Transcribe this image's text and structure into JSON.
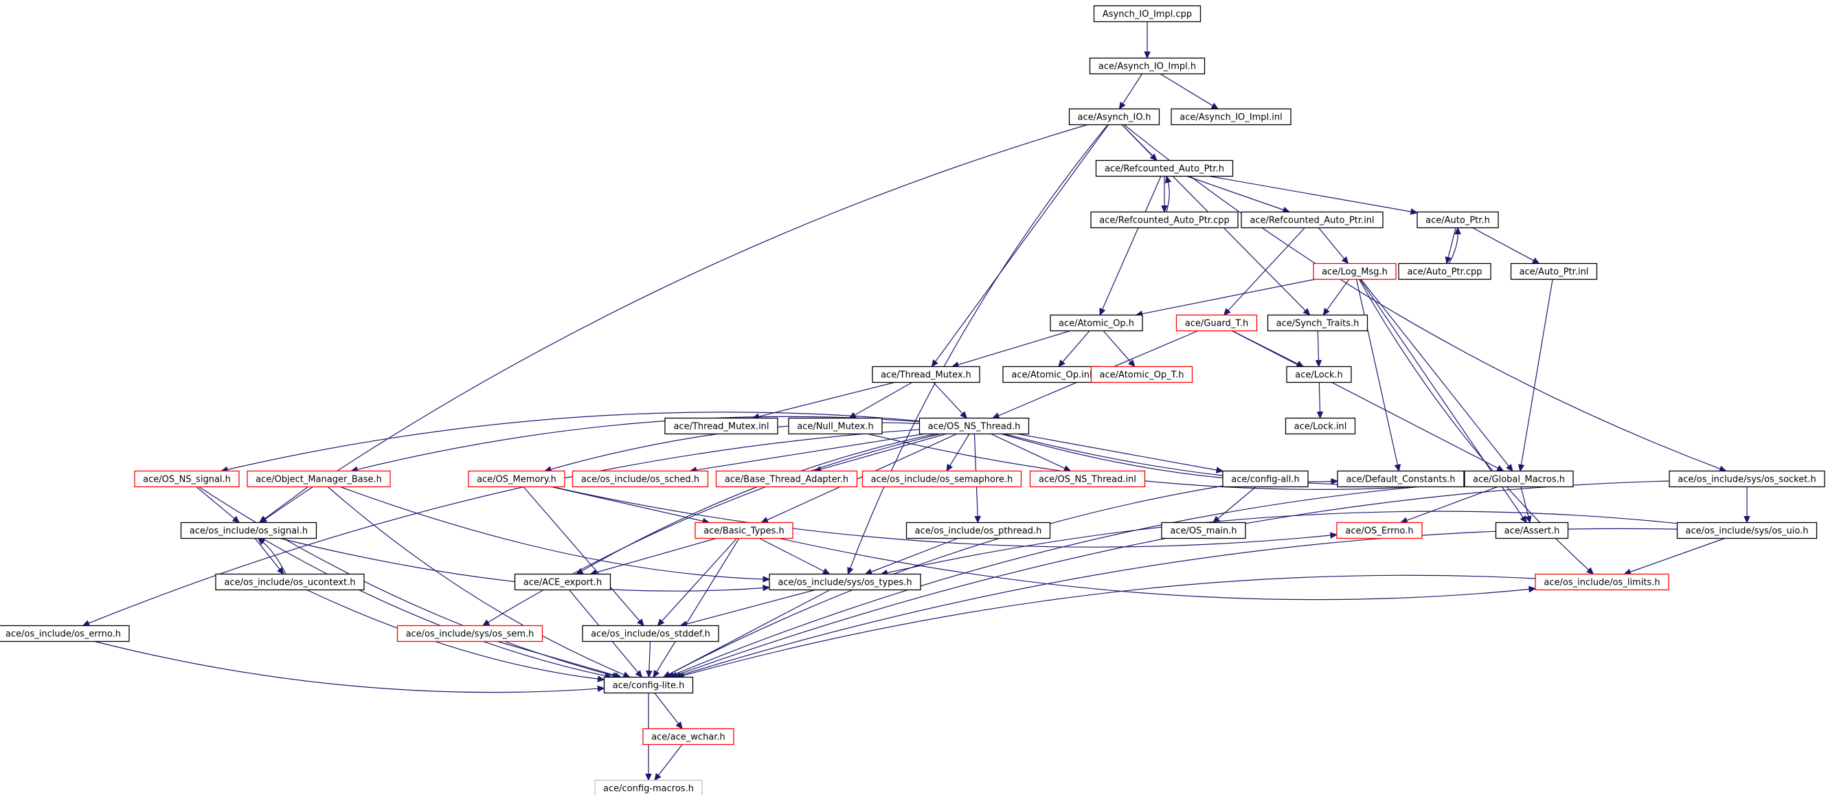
{
  "colors": {
    "edge": "#191970",
    "node_border_default": "#000000",
    "node_border_incomplete": "#ff0000",
    "node_border_missing": "#bfbfbf",
    "root_fill": "#bfbfbf"
  },
  "nodes": [
    {
      "id": "root",
      "label": "Asynch_IO_Impl.cpp",
      "style": "root"
    },
    {
      "id": "asynch_io_impl_h",
      "label": "ace/Asynch_IO_Impl.h",
      "style": "normal"
    },
    {
      "id": "asynch_io_h",
      "label": "ace/Asynch_IO.h",
      "style": "normal"
    },
    {
      "id": "asynch_io_impl_inl",
      "label": "ace/Asynch_IO_Impl.inl",
      "style": "normal"
    },
    {
      "id": "refcounted_auto_ptr_h",
      "label": "ace/Refcounted_Auto_Ptr.h",
      "style": "normal"
    },
    {
      "id": "refcounted_auto_ptr_cpp",
      "label": "ace/Refcounted_Auto_Ptr.cpp",
      "style": "normal"
    },
    {
      "id": "refcounted_auto_ptr_inl",
      "label": "ace/Refcounted_Auto_Ptr.inl",
      "style": "normal"
    },
    {
      "id": "auto_ptr_h",
      "label": "ace/Auto_Ptr.h",
      "style": "normal"
    },
    {
      "id": "auto_ptr_cpp",
      "label": "ace/Auto_Ptr.cpp",
      "style": "normal"
    },
    {
      "id": "auto_ptr_inl",
      "label": "ace/Auto_Ptr.inl",
      "style": "normal"
    },
    {
      "id": "log_msg_h",
      "label": "ace/Log_Msg.h",
      "style": "incomplete"
    },
    {
      "id": "atomic_op_h",
      "label": "ace/Atomic_Op.h",
      "style": "normal"
    },
    {
      "id": "guard_t_h",
      "label": "ace/Guard_T.h",
      "style": "incomplete"
    },
    {
      "id": "synch_traits_h",
      "label": "ace/Synch_Traits.h",
      "style": "normal"
    },
    {
      "id": "thread_mutex_h",
      "label": "ace/Thread_Mutex.h",
      "style": "normal"
    },
    {
      "id": "atomic_op_inl",
      "label": "ace/Atomic_Op.inl",
      "style": "normal"
    },
    {
      "id": "atomic_op_t_h",
      "label": "ace/Atomic_Op_T.h",
      "style": "incomplete"
    },
    {
      "id": "lock_h",
      "label": "ace/Lock.h",
      "style": "normal"
    },
    {
      "id": "lock_inl",
      "label": "ace/Lock.inl",
      "style": "normal"
    },
    {
      "id": "thread_mutex_inl",
      "label": "ace/Thread_Mutex.inl",
      "style": "normal"
    },
    {
      "id": "null_mutex_h",
      "label": "ace/Null_Mutex.h",
      "style": "normal"
    },
    {
      "id": "os_ns_thread_h",
      "label": "ace/OS_NS_Thread.h",
      "style": "normal"
    },
    {
      "id": "os_ns_signal_h",
      "label": "ace/OS_NS_signal.h",
      "style": "incomplete"
    },
    {
      "id": "object_manager_base_h",
      "label": "ace/Object_Manager_Base.h",
      "style": "incomplete"
    },
    {
      "id": "os_memory_h",
      "label": "ace/OS_Memory.h",
      "style": "incomplete"
    },
    {
      "id": "os_sched_h",
      "label": "ace/os_include/os_sched.h",
      "style": "incomplete"
    },
    {
      "id": "base_thread_adapter_h",
      "label": "ace/Base_Thread_Adapter.h",
      "style": "incomplete"
    },
    {
      "id": "os_semaphore_h",
      "label": "ace/os_include/os_semaphore.h",
      "style": "incomplete"
    },
    {
      "id": "os_ns_thread_inl",
      "label": "ace/OS_NS_Thread.inl",
      "style": "incomplete"
    },
    {
      "id": "config_all_h",
      "label": "ace/config-all.h",
      "style": "normal"
    },
    {
      "id": "default_constants_h",
      "label": "ace/Default_Constants.h",
      "style": "normal"
    },
    {
      "id": "global_macros_h",
      "label": "ace/Global_Macros.h",
      "style": "normal"
    },
    {
      "id": "os_socket_h",
      "label": "ace/os_include/sys/os_socket.h",
      "style": "normal"
    },
    {
      "id": "os_signal_h",
      "label": "ace/os_include/os_signal.h",
      "style": "normal"
    },
    {
      "id": "basic_types_h",
      "label": "ace/Basic_Types.h",
      "style": "incomplete"
    },
    {
      "id": "os_pthread_h",
      "label": "ace/os_include/os_pthread.h",
      "style": "normal"
    },
    {
      "id": "os_main_h",
      "label": "ace/OS_main.h",
      "style": "normal"
    },
    {
      "id": "os_errno_ace_h",
      "label": "ace/OS_Errno.h",
      "style": "incomplete"
    },
    {
      "id": "assert_h",
      "label": "ace/Assert.h",
      "style": "normal"
    },
    {
      "id": "os_uio_h",
      "label": "ace/os_include/sys/os_uio.h",
      "style": "normal"
    },
    {
      "id": "os_ucontext_h",
      "label": "ace/os_include/os_ucontext.h",
      "style": "normal"
    },
    {
      "id": "ace_export_h",
      "label": "ace/ACE_export.h",
      "style": "normal"
    },
    {
      "id": "os_types_h",
      "label": "ace/os_include/sys/os_types.h",
      "style": "normal"
    },
    {
      "id": "os_limits_h",
      "label": "ace/os_include/os_limits.h",
      "style": "incomplete"
    },
    {
      "id": "os_errno_h",
      "label": "ace/os_include/os_errno.h",
      "style": "normal"
    },
    {
      "id": "os_sem_h",
      "label": "ace/os_include/sys/os_sem.h",
      "style": "incomplete"
    },
    {
      "id": "os_stddef_h",
      "label": "ace/os_include/os_stddef.h",
      "style": "normal"
    },
    {
      "id": "config_lite_h",
      "label": "ace/config-lite.h",
      "style": "normal"
    },
    {
      "id": "ace_wchar_h",
      "label": "ace/ace_wchar.h",
      "style": "incomplete"
    },
    {
      "id": "config_macros_h",
      "label": "ace/config-macros.h",
      "style": "missing"
    }
  ],
  "edges": [
    [
      "root",
      "asynch_io_impl_h"
    ],
    [
      "asynch_io_impl_h",
      "asynch_io_h"
    ],
    [
      "asynch_io_impl_h",
      "asynch_io_impl_inl"
    ],
    [
      "asynch_io_h",
      "refcounted_auto_ptr_h"
    ],
    [
      "asynch_io_h",
      "synch_traits_h"
    ],
    [
      "asynch_io_h",
      "thread_mutex_h"
    ],
    [
      "asynch_io_h",
      "os_signal_h"
    ],
    [
      "asynch_io_h",
      "os_socket_h"
    ],
    [
      "asynch_io_h",
      "os_types_h"
    ],
    [
      "refcounted_auto_ptr_h",
      "refcounted_auto_ptr_cpp"
    ],
    [
      "refcounted_auto_ptr_cpp",
      "refcounted_auto_ptr_h"
    ],
    [
      "refcounted_auto_ptr_h",
      "refcounted_auto_ptr_inl"
    ],
    [
      "refcounted_auto_ptr_h",
      "auto_ptr_h"
    ],
    [
      "refcounted_auto_ptr_h",
      "atomic_op_h"
    ],
    [
      "refcounted_auto_ptr_inl",
      "log_msg_h"
    ],
    [
      "refcounted_auto_ptr_inl",
      "guard_t_h"
    ],
    [
      "auto_ptr_h",
      "auto_ptr_cpp"
    ],
    [
      "auto_ptr_cpp",
      "auto_ptr_h"
    ],
    [
      "auto_ptr_h",
      "auto_ptr_inl"
    ],
    [
      "auto_ptr_inl",
      "global_macros_h"
    ],
    [
      "log_msg_h",
      "atomic_op_h"
    ],
    [
      "log_msg_h",
      "synch_traits_h"
    ],
    [
      "log_msg_h",
      "default_constants_h"
    ],
    [
      "log_msg_h",
      "global_macros_h"
    ],
    [
      "log_msg_h",
      "assert_h"
    ],
    [
      "log_msg_h",
      "os_limits_h"
    ],
    [
      "atomic_op_h",
      "thread_mutex_h"
    ],
    [
      "atomic_op_h",
      "atomic_op_inl"
    ],
    [
      "atomic_op_h",
      "atomic_op_t_h"
    ],
    [
      "guard_t_h",
      "lock_h"
    ],
    [
      "guard_t_h",
      "os_ns_thread_h"
    ],
    [
      "guard_t_h",
      "global_macros_h"
    ],
    [
      "synch_traits_h",
      "lock_h"
    ],
    [
      "lock_h",
      "lock_inl"
    ],
    [
      "thread_mutex_h",
      "thread_mutex_inl"
    ],
    [
      "thread_mutex_h",
      "null_mutex_h"
    ],
    [
      "thread_mutex_h",
      "os_ns_thread_h"
    ],
    [
      "null_mutex_h",
      "global_macros_h"
    ],
    [
      "os_ns_thread_h",
      "os_ns_signal_h"
    ],
    [
      "os_ns_thread_h",
      "object_manager_base_h"
    ],
    [
      "os_ns_thread_h",
      "os_memory_h"
    ],
    [
      "os_ns_thread_h",
      "os_sched_h"
    ],
    [
      "os_ns_thread_h",
      "base_thread_adapter_h"
    ],
    [
      "os_ns_thread_h",
      "os_semaphore_h"
    ],
    [
      "os_ns_thread_h",
      "os_ns_thread_inl"
    ],
    [
      "os_ns_thread_h",
      "config_all_h"
    ],
    [
      "os_ns_thread_h",
      "default_constants_h"
    ],
    [
      "os_ns_thread_h",
      "global_macros_h"
    ],
    [
      "os_ns_thread_h",
      "basic_types_h"
    ],
    [
      "os_ns_thread_h",
      "os_pthread_h"
    ],
    [
      "os_ns_thread_h",
      "ace_export_h"
    ],
    [
      "os_ns_thread_h",
      "os_sem_h"
    ],
    [
      "os_ns_thread_h",
      "os_errno_h"
    ],
    [
      "os_ns_signal_h",
      "os_signal_h"
    ],
    [
      "os_ns_signal_h",
      "config_lite_h"
    ],
    [
      "object_manager_base_h",
      "os_signal_h"
    ],
    [
      "object_manager_base_h",
      "os_types_h"
    ],
    [
      "object_manager_base_h",
      "config_lite_h"
    ],
    [
      "os_memory_h",
      "basic_types_h"
    ],
    [
      "os_memory_h",
      "os_errno_ace_h"
    ],
    [
      "os_memory_h",
      "os_stddef_h"
    ],
    [
      "config_all_h",
      "os_main_h"
    ],
    [
      "config_all_h",
      "config_lite_h"
    ],
    [
      "global_macros_h",
      "os_errno_ace_h"
    ],
    [
      "global_macros_h",
      "assert_h"
    ],
    [
      "global_macros_h",
      "config_lite_h"
    ],
    [
      "os_socket_h",
      "os_uio_h"
    ],
    [
      "os_socket_h",
      "config_lite_h"
    ],
    [
      "os_signal_h",
      "os_ucontext_h"
    ],
    [
      "os_ucontext_h",
      "os_signal_h"
    ],
    [
      "os_signal_h",
      "os_types_h"
    ],
    [
      "os_signal_h",
      "config_lite_h"
    ],
    [
      "os_ucontext_h",
      "config_lite_h"
    ],
    [
      "basic_types_h",
      "ace_export_h"
    ],
    [
      "basic_types_h",
      "os_types_h"
    ],
    [
      "basic_types_h",
      "os_stddef_h"
    ],
    [
      "basic_types_h",
      "os_limits_h"
    ],
    [
      "basic_types_h",
      "config_lite_h"
    ],
    [
      "os_pthread_h",
      "os_types_h"
    ],
    [
      "os_uio_h",
      "os_types_h"
    ],
    [
      "os_uio_h",
      "os_limits_h"
    ],
    [
      "os_uio_h",
      "config_lite_h"
    ],
    [
      "ace_export_h",
      "config_lite_h"
    ],
    [
      "os_types_h",
      "os_stddef_h"
    ],
    [
      "os_types_h",
      "config_lite_h"
    ],
    [
      "os_limits_h",
      "config_lite_h"
    ],
    [
      "os_errno_h",
      "config_lite_h"
    ],
    [
      "os_sem_h",
      "config_lite_h"
    ],
    [
      "os_stddef_h",
      "config_lite_h"
    ],
    [
      "config_lite_h",
      "ace_wchar_h"
    ],
    [
      "config_lite_h",
      "config_macros_h"
    ],
    [
      "ace_wchar_h",
      "config_macros_h"
    ]
  ]
}
